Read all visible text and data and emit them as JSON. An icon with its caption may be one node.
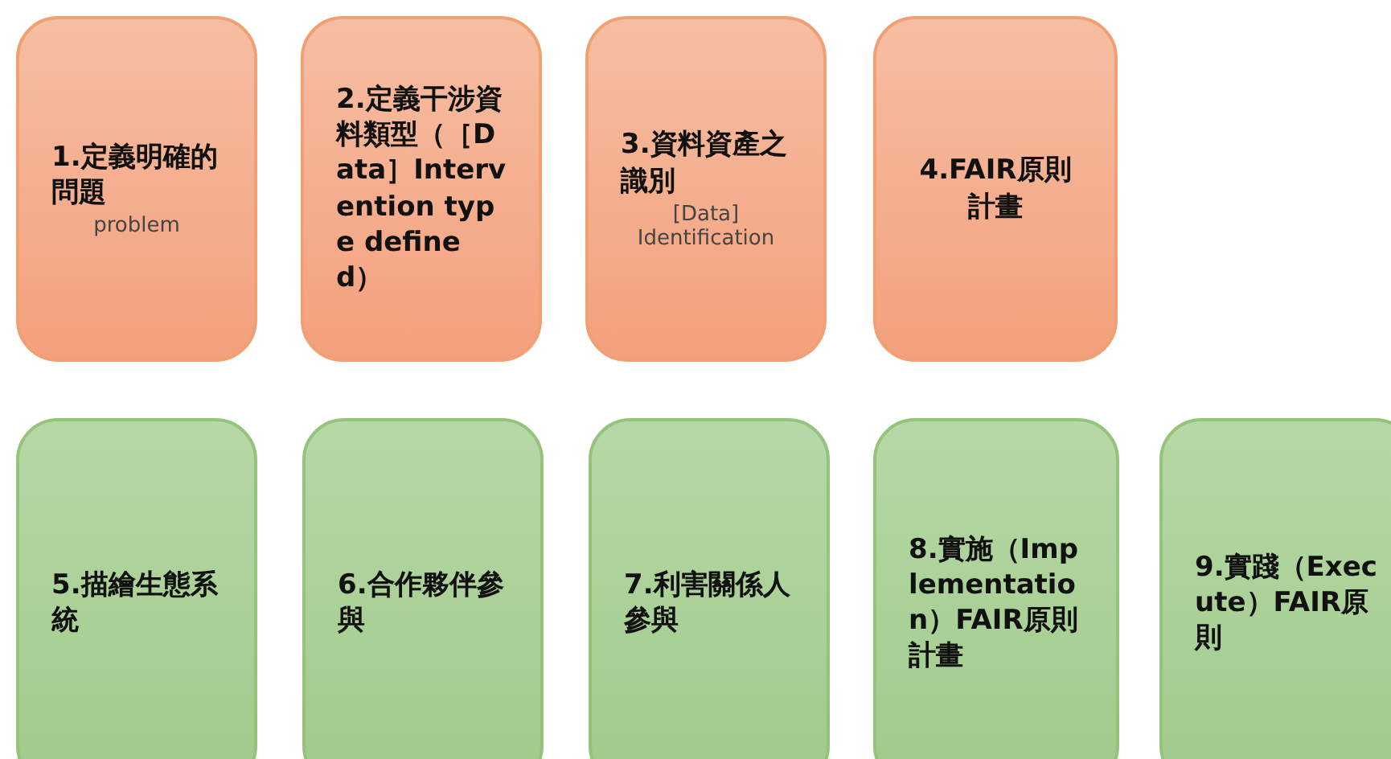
{
  "diagram": {
    "nodes": [
      {
        "text": [
          "1.定義明確的問題",
          "problem"
        ]
      },
      {
        "text": [
          "2.定義干涉資料類型（［Data］Intervention type defined）"
        ]
      },
      {
        "text": [
          "3.資料資產之識別",
          "[Data] Identification"
        ]
      },
      {
        "text": [
          "4.FAIR原則計畫"
        ]
      },
      {
        "text": [
          "5.描繪生態系統"
        ]
      },
      {
        "text": [
          "6.合作夥伴參與"
        ]
      },
      {
        "text": [
          "7.利害關係人參與"
        ]
      },
      {
        "text": [
          "8.實施（Implementation）FAIR原則計畫"
        ]
      },
      {
        "text": [
          "9.實踐（Execute）FAIR原則"
        ]
      }
    ]
  }
}
